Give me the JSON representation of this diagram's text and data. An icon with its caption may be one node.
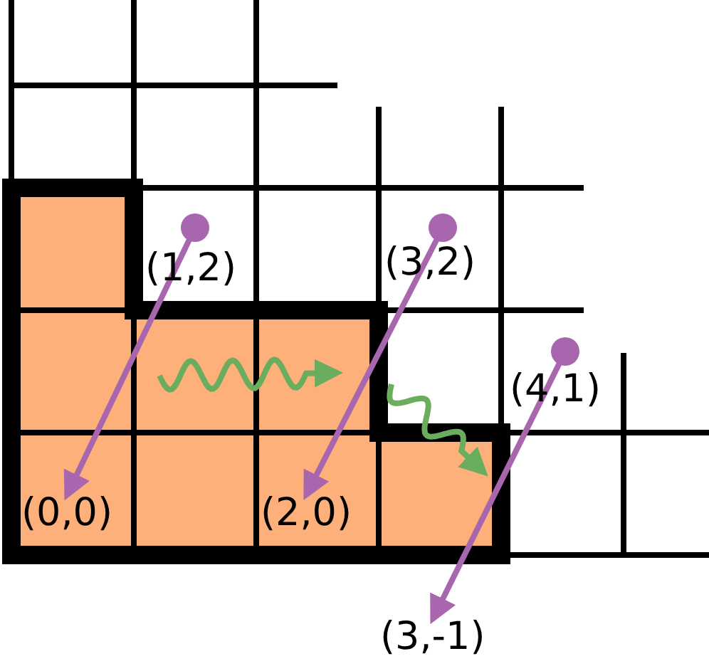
{
  "diagram": {
    "nodes": [
      {
        "text": [
          "(1,2)"
        ]
      },
      {
        "text": [
          "(0,0)"
        ]
      },
      {
        "text": [
          "(3,2)"
        ]
      },
      {
        "text": [
          "(2,0)"
        ]
      },
      {
        "text": [
          "(4,1)"
        ]
      },
      {
        "text": [
          "(3,-1)"
        ]
      }
    ],
    "edges": [
      {
        "from": 0,
        "to": 1,
        "arrow": "to"
      },
      {
        "from": 2,
        "to": 3,
        "arrow": "to"
      },
      {
        "from": 4,
        "to": 5,
        "arrow": "to"
      }
    ]
  }
}
